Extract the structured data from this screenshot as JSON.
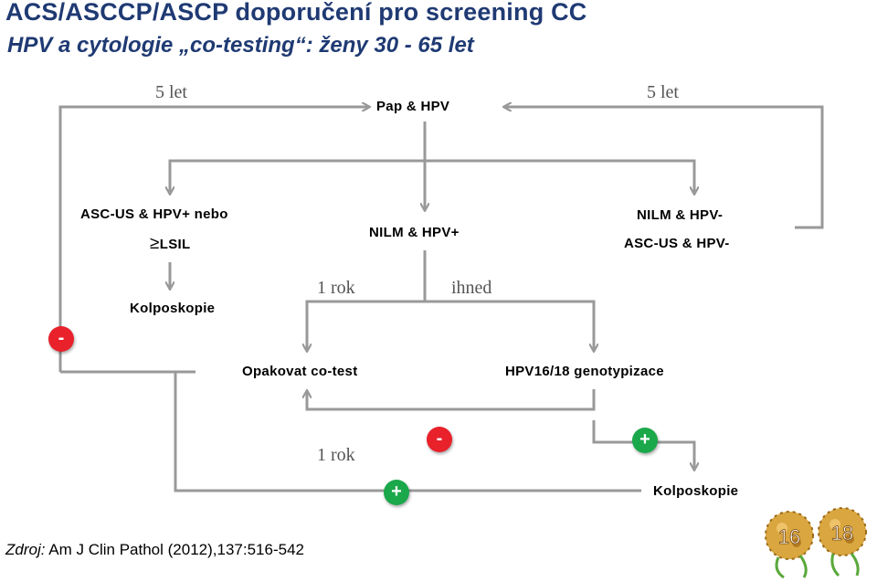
{
  "header": {
    "title": "ACS/ASCCP/ASCP doporučení pro screening CC",
    "subtitle": "HPV a cytologie „co-testing“: ženy 30 - 65 let"
  },
  "flow": {
    "top_node": "Pap & HPV",
    "left_interval": "5 let",
    "right_interval": "5 let",
    "left_branch_line1": "ASC-US & HPV+ nebo",
    "left_branch_line2": "LSIL",
    "left_branch_symbol": "≥",
    "middle_branch": "NILM & HPV+",
    "right_branch_line1": "NILM & HPV-",
    "right_branch_line2": "ASC-US & HPV-",
    "colposcopy_left": "Kolposkopie",
    "interval_one_year": "1 rok",
    "interval_immediate": "ihned",
    "repeat_cotest": "Opakovat co-test",
    "genotyping": "HPV16/18 genotypizace",
    "interval_one_year_bottom": "1 rok",
    "colposcopy_right": "Kolposkopie",
    "badges": {
      "negative": "-",
      "positive": "+"
    }
  },
  "footer": {
    "source_label": "Zdroj:",
    "source_text": " Am J Clin Pathol (2012),137:516-542"
  },
  "image_labels": {
    "left": "16",
    "right": "18"
  },
  "colors": {
    "title": "#1f3a73",
    "lines": "#999999",
    "negative": "#e8212b",
    "positive": "#1aa84a"
  }
}
